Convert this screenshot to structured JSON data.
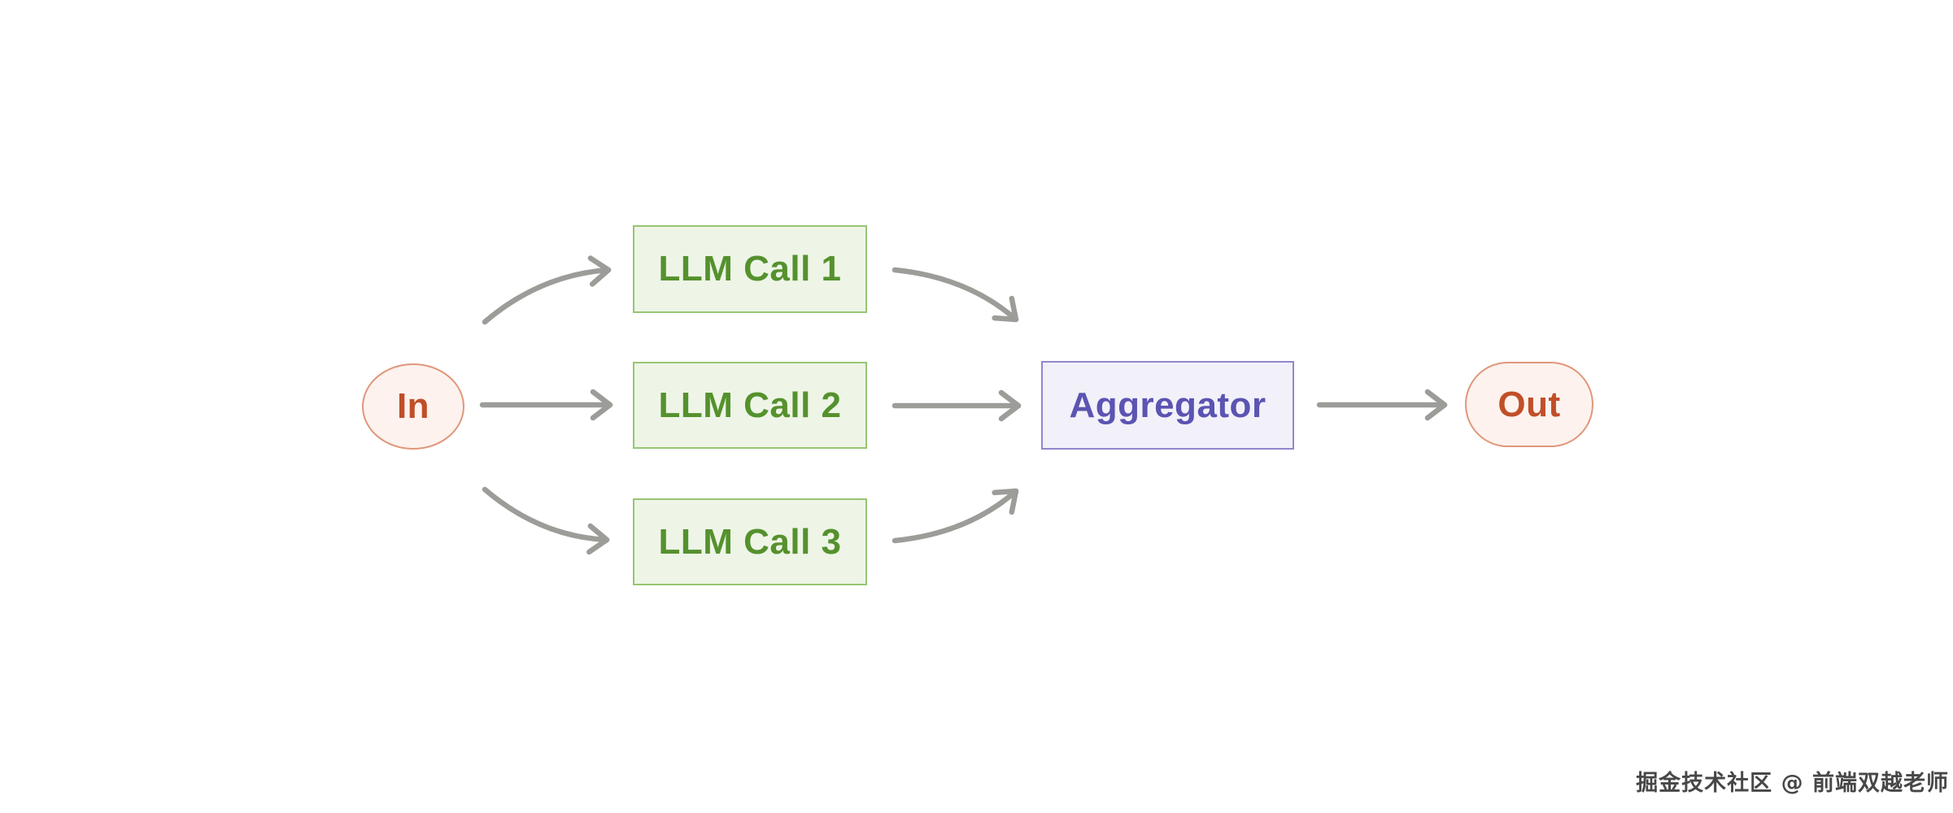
{
  "diagram": {
    "type": "workflow-parallelization",
    "nodes": [
      {
        "id": "in",
        "label": "In",
        "shape": "ellipse",
        "role": "input"
      },
      {
        "id": "llm-call-1",
        "label": "LLM Call 1",
        "shape": "rect",
        "role": "worker"
      },
      {
        "id": "llm-call-2",
        "label": "LLM Call 2",
        "shape": "rect",
        "role": "worker"
      },
      {
        "id": "llm-call-3",
        "label": "LLM Call 3",
        "shape": "rect",
        "role": "worker"
      },
      {
        "id": "aggregator",
        "label": "Aggregator",
        "shape": "rect",
        "role": "aggregator"
      },
      {
        "id": "out",
        "label": "Out",
        "shape": "pill",
        "role": "output"
      }
    ],
    "edges": [
      {
        "from": "In",
        "to": "LLM Call 1",
        "style": "curved"
      },
      {
        "from": "In",
        "to": "LLM Call 2",
        "style": "straight"
      },
      {
        "from": "In",
        "to": "LLM Call 3",
        "style": "curved"
      },
      {
        "from": "LLM Call 1",
        "to": "Aggregator",
        "style": "curved"
      },
      {
        "from": "LLM Call 2",
        "to": "Aggregator",
        "style": "straight"
      },
      {
        "from": "LLM Call 3",
        "to": "Aggregator",
        "style": "curved"
      },
      {
        "from": "Aggregator",
        "to": "Out",
        "style": "straight"
      }
    ]
  },
  "watermark": {
    "text": "掘金技术社区 @ 前端双越老师"
  },
  "colors": {
    "llm-fill": "#eef5e7",
    "llm-border": "#96c573",
    "llm-text": "#55912d",
    "agg-fill": "#f2f1f9",
    "agg-border": "#8f88cc",
    "agg-text": "#5b54b2",
    "io-fill": "#fdf2ee",
    "io-border": "#e0977b",
    "io-text": "#c04f28",
    "arrow": "#9c9c98",
    "watermark-text": "#474747"
  }
}
